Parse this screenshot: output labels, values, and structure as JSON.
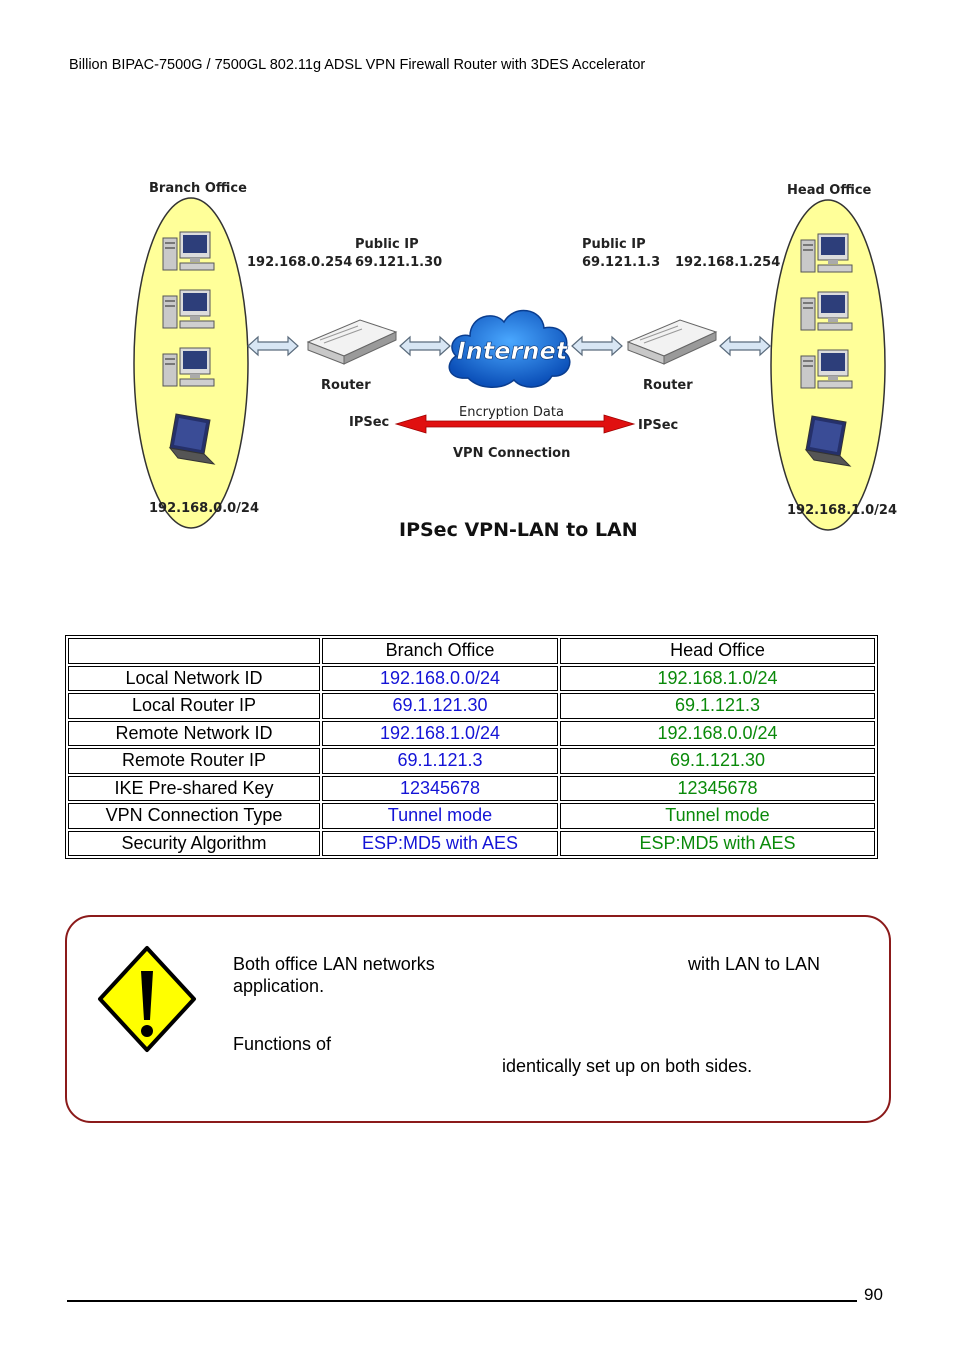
{
  "header": {
    "title": "Billion BIPAC-7500G / 7500GL 802.11g ADSL VPN Firewall Router with 3DES Accelerator"
  },
  "diagram": {
    "branch_title": "Branch Office",
    "head_title": "Head Office",
    "left_lan_ip": "192.168.0.254",
    "left_public_label": "Public IP",
    "left_public_ip": "69.121.1.30",
    "right_public_label": "Public IP",
    "right_public_ip": "69.121.1.3",
    "right_lan_ip": "192.168.1.254",
    "internet_label": "Internet",
    "router_left": "Router",
    "router_right": "Router",
    "ipsec_left": "IPSec",
    "ipsec_right": "IPSec",
    "encryption_label": "Encryption Data",
    "vpn_label": "VPN Connection",
    "branch_subnet": "192.168.0.0/24",
    "head_subnet": "192.168.1.0/24",
    "caption": "IPSec VPN-LAN to LAN"
  },
  "table": {
    "headers": [
      "",
      "Branch Office",
      "Head Office"
    ],
    "rows": [
      {
        "label": "Local Network ID",
        "branch": "192.168.0.0/24",
        "head": "192.168.1.0/24"
      },
      {
        "label": "Local Router IP",
        "branch": "69.1.121.30",
        "head": "69.1.121.3"
      },
      {
        "label": "Remote Network ID",
        "branch": "192.168.1.0/24",
        "head": "192.168.0.0/24"
      },
      {
        "label": "Remote Router IP",
        "branch": "69.1.121.3",
        "head": "69.1.121.30"
      },
      {
        "label": "IKE Pre-shared Key",
        "branch": "12345678",
        "head": "12345678"
      },
      {
        "label": "VPN Connection Type",
        "branch": "Tunnel mode",
        "head": "Tunnel mode"
      },
      {
        "label": "Security Algorithm",
        "branch": "ESP:MD5 with AES",
        "head": "ESP:MD5 with AES"
      }
    ],
    "branch_color": "#1414d6",
    "head_color": "#0a8a0a"
  },
  "note": {
    "line1a": "Both office LAN networks",
    "line1b": "with LAN to LAN",
    "line1c": "application.",
    "line2a": "Functions of",
    "line2b": "identically set up on both sides.",
    "border_color": "#8b1a1a"
  },
  "footer": {
    "page_number": "90"
  }
}
